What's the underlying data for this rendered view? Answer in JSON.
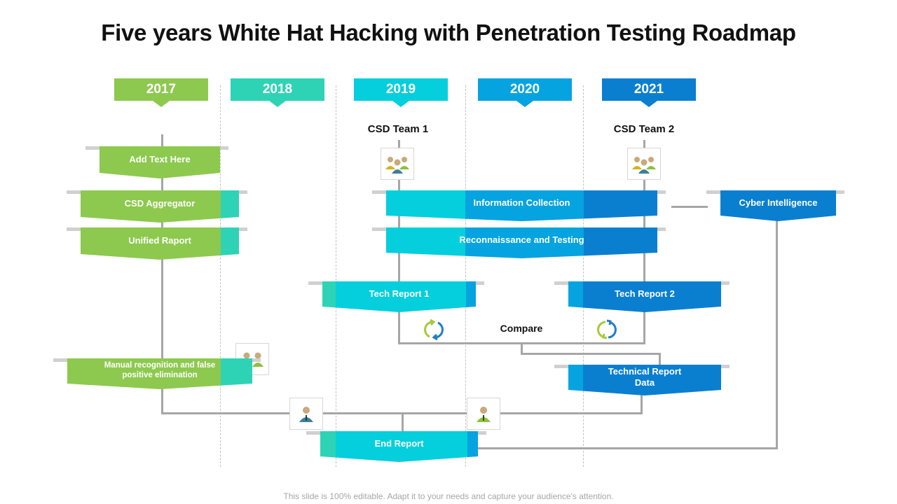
{
  "title": "Five years White Hat Hacking with Penetration Testing Roadmap",
  "footer": "This slide is 100% editable. Adapt it to your needs and capture your audience's attention.",
  "colors": {
    "green": "#8dc94e",
    "teal": "#2ed3b6",
    "cyan": "#05cfdc",
    "sky": "#05a3e0",
    "blue": "#0a7fd0",
    "connector": "#a6a6a6"
  },
  "years": [
    {
      "label": "2017",
      "color": "#8dc94e"
    },
    {
      "label": "2018",
      "color": "#2ed3b6"
    },
    {
      "label": "2019",
      "color": "#05cfdc"
    },
    {
      "label": "2020",
      "color": "#05a3e0"
    },
    {
      "label": "2021",
      "color": "#0a7fd0"
    }
  ],
  "teams": {
    "team1": "CSD Team 1",
    "team2": "CSD Team 2"
  },
  "tasks": {
    "add_text": "Add Text Here",
    "csd_aggregator": "CSD Aggregator",
    "unified_raport": "Unified Raport",
    "information_collection": "Information Collection",
    "cyber_intelligence": "Cyber Intelligence",
    "recon_testing": "Reconnaissance and Testing",
    "tech_report_1": "Tech Report 1",
    "tech_report_2": "Tech Report 2",
    "technical_report_data": "Technical Report Data",
    "manual_recognition": "Manual recognition and false positive elimination",
    "end_report": "End Report"
  },
  "compare_label": "Compare",
  "icons": {
    "team_group": "team-group-icon",
    "pair": "user-pair-icon",
    "user_blue": "user-icon",
    "user_green": "user-icon",
    "sync": "sync-arrows-icon"
  }
}
